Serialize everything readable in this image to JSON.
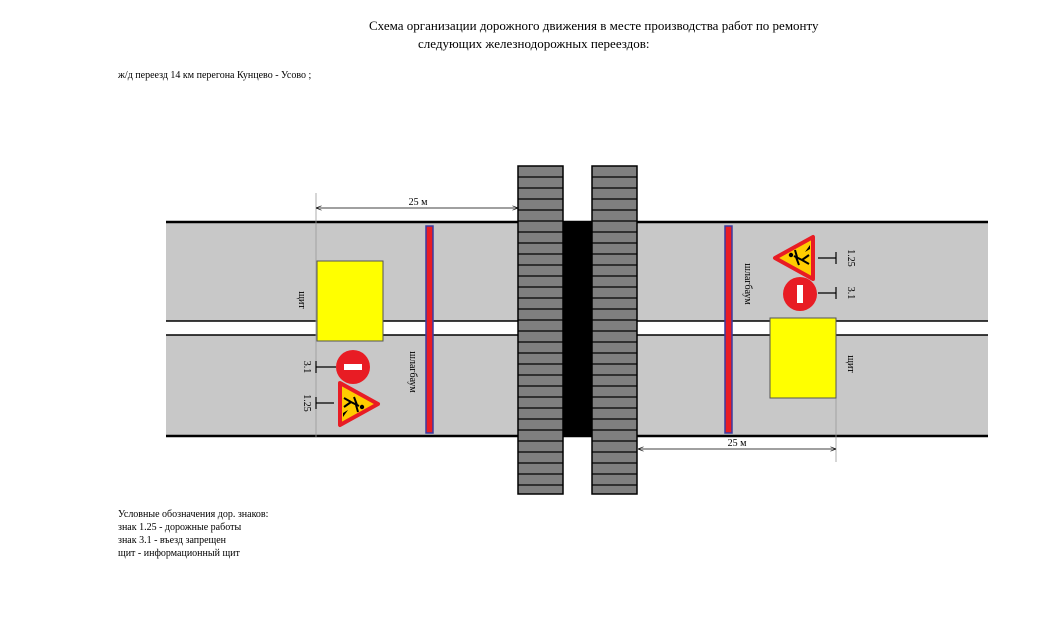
{
  "header": {
    "title_line1": "Схема организации дорожного движения в месте производства работ по ремонту",
    "title_line2": "следующих железнодорожных переездов:",
    "crossing": "ж/д переезд 14 км перегона Кунцево - Усово ;"
  },
  "diagram": {
    "distance_left": "25 м",
    "distance_right": "25 м",
    "shield_label": "щит",
    "barrier_label": "шлагбаум",
    "sign_no_entry": "3.1",
    "sign_road_works": "1.25"
  },
  "legend": {
    "title": "Условные обозначения дор. знаков:",
    "items": [
      "знак 1.25 - дорожные работы",
      "знак  3.1 - въезд запрещен",
      "щит - информационный щит"
    ]
  },
  "colors": {
    "road": "#c8c8c8",
    "track": "#7f7f7f",
    "shield": "#ffff00",
    "barrier_red": "#e81c24",
    "barrier_blue": "#3a3aa0"
  }
}
